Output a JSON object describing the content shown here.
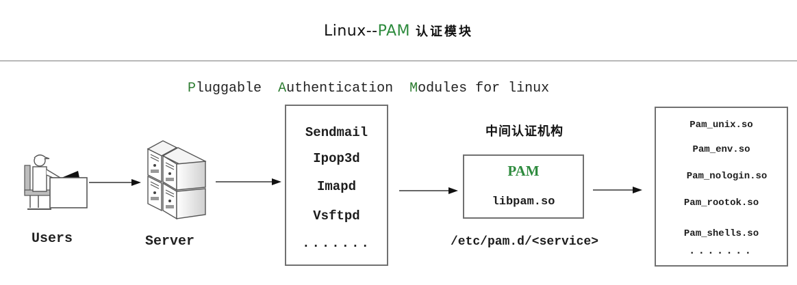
{
  "header": {
    "title_prefix": "Linux--",
    "title_highlight": "PAM",
    "title_suffix": "认证模块",
    "subtitle_parts": [
      {
        "initial": "P",
        "rest": "luggable  "
      },
      {
        "initial": "A",
        "rest": "uthentication  "
      },
      {
        "initial": "M",
        "rest": "odules for linux"
      }
    ]
  },
  "nodes": {
    "users": {
      "label": "Users",
      "icon": "user-at-computer-icon"
    },
    "server": {
      "label": "Server",
      "icon": "server-rack-icon"
    },
    "services": {
      "items": [
        "Sendmail",
        "Ipop3d",
        "Imapd",
        "Vsftpd",
        "......."
      ]
    },
    "pam": {
      "heading": "中间认证机构",
      "name": "PAM",
      "library": "libpam.so",
      "config_path": "/etc/pam.d/<service>"
    },
    "modules": {
      "items": [
        "Pam_unix.so",
        "Pam_env.so",
        "Pam_nologin.so",
        "Pam_rootok.so",
        "Pam_shells.so",
        "......."
      ]
    }
  },
  "colors": {
    "accent_green": "#2e8b3e",
    "border": "#707070",
    "rule": "#b8b8b8"
  }
}
